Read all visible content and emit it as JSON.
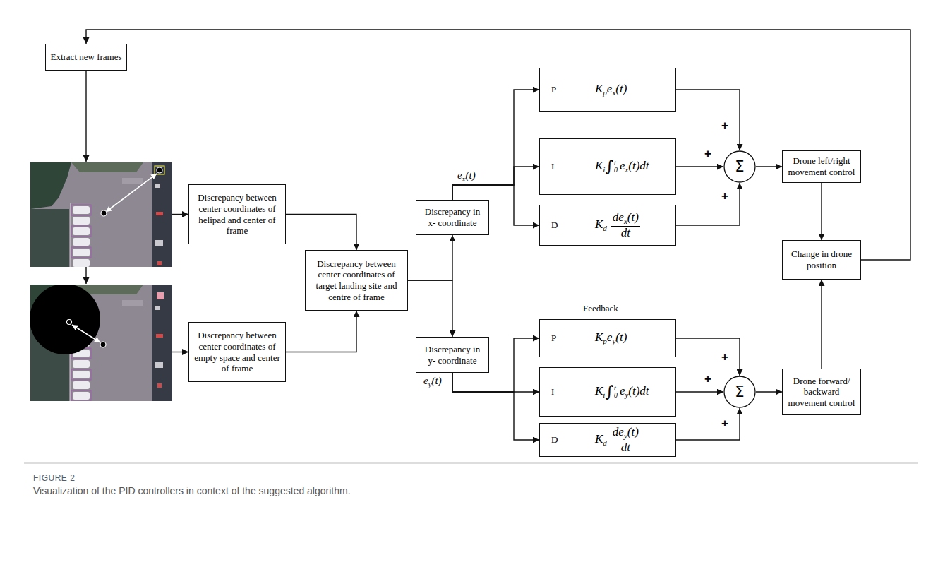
{
  "diagram": {
    "title": "FIGURE 2",
    "caption": "Visualization of the PID controllers in context of the suggested algorithm.",
    "nodes": [
      {
        "text": [
          "Extract new frames"
        ]
      },
      {
        "text": [
          "Discrepancy between center coordinates of helipad and center of frame"
        ]
      },
      {
        "text": [
          "Discrepancy between center coordinates of empty space and center of frame"
        ]
      },
      {
        "text": [
          "Discrepancy between center coordinates of target landing site and centre of frame"
        ]
      },
      {
        "text": [
          "Discrepancy in x- coordinate"
        ]
      },
      {
        "text": [
          "Discrepancy in y- coordinate"
        ]
      },
      {
        "text": [
          "P",
          "K",
          "p",
          "e",
          "x",
          "(t)"
        ]
      },
      {
        "text": [
          "I",
          "K",
          "i",
          "∫",
          "0",
          "t",
          "e",
          "x",
          "(t)dt"
        ]
      },
      {
        "text": [
          "D",
          "K",
          "d",
          "de",
          "x",
          "(t)",
          "dt"
        ]
      },
      {
        "text": [
          "Σ"
        ]
      },
      {
        "text": [
          "Drone left/right movement control"
        ]
      },
      {
        "text": [
          "Change in drone position"
        ]
      },
      {
        "text": [
          "P",
          "K",
          "p",
          "e",
          "y",
          "(t)"
        ]
      },
      {
        "text": [
          "I",
          "K",
          "i",
          "∫",
          "0",
          "t",
          "e",
          "y",
          "(t)dt"
        ]
      },
      {
        "text": [
          "D",
          "K",
          "d",
          "de",
          "y",
          "(t)",
          "dt"
        ]
      },
      {
        "text": [
          "Σ"
        ]
      },
      {
        "text": [
          "Drone forward/ backward movement control"
        ]
      }
    ],
    "edges": [
      {
        "from": 11,
        "to": 0,
        "arrow": "to"
      },
      {
        "from": 1,
        "to": 3,
        "arrow": "to"
      },
      {
        "from": 2,
        "to": 3,
        "arrow": "to"
      },
      {
        "from": 3,
        "to": 4,
        "arrow": "to"
      },
      {
        "from": 3,
        "to": 5,
        "arrow": "to"
      },
      {
        "from": 4,
        "to": 6,
        "arrow": "to"
      },
      {
        "from": 4,
        "to": 7,
        "arrow": "to"
      },
      {
        "from": 4,
        "to": 8,
        "arrow": "to"
      },
      {
        "from": 6,
        "to": 9,
        "arrow": "to"
      },
      {
        "from": 7,
        "to": 9,
        "arrow": "to"
      },
      {
        "from": 8,
        "to": 9,
        "arrow": "to"
      },
      {
        "from": 9,
        "to": 10,
        "arrow": "to"
      },
      {
        "from": 10,
        "to": 11,
        "arrow": "to"
      },
      {
        "from": 5,
        "to": 12,
        "arrow": "to"
      },
      {
        "from": 5,
        "to": 13,
        "arrow": "to"
      },
      {
        "from": 5,
        "to": 14,
        "arrow": "to"
      },
      {
        "from": 12,
        "to": 15,
        "arrow": "to"
      },
      {
        "from": 13,
        "to": 15,
        "arrow": "to"
      },
      {
        "from": 14,
        "to": 15,
        "arrow": "to"
      },
      {
        "from": 15,
        "to": 16,
        "arrow": "to"
      },
      {
        "from": 16,
        "to": 11,
        "arrow": "to"
      }
    ],
    "labels": [
      "e",
      "x",
      "(t)",
      "e",
      "y",
      "(t)",
      "+",
      "+",
      "+",
      "Feedback",
      "+",
      "+",
      "+"
    ]
  }
}
